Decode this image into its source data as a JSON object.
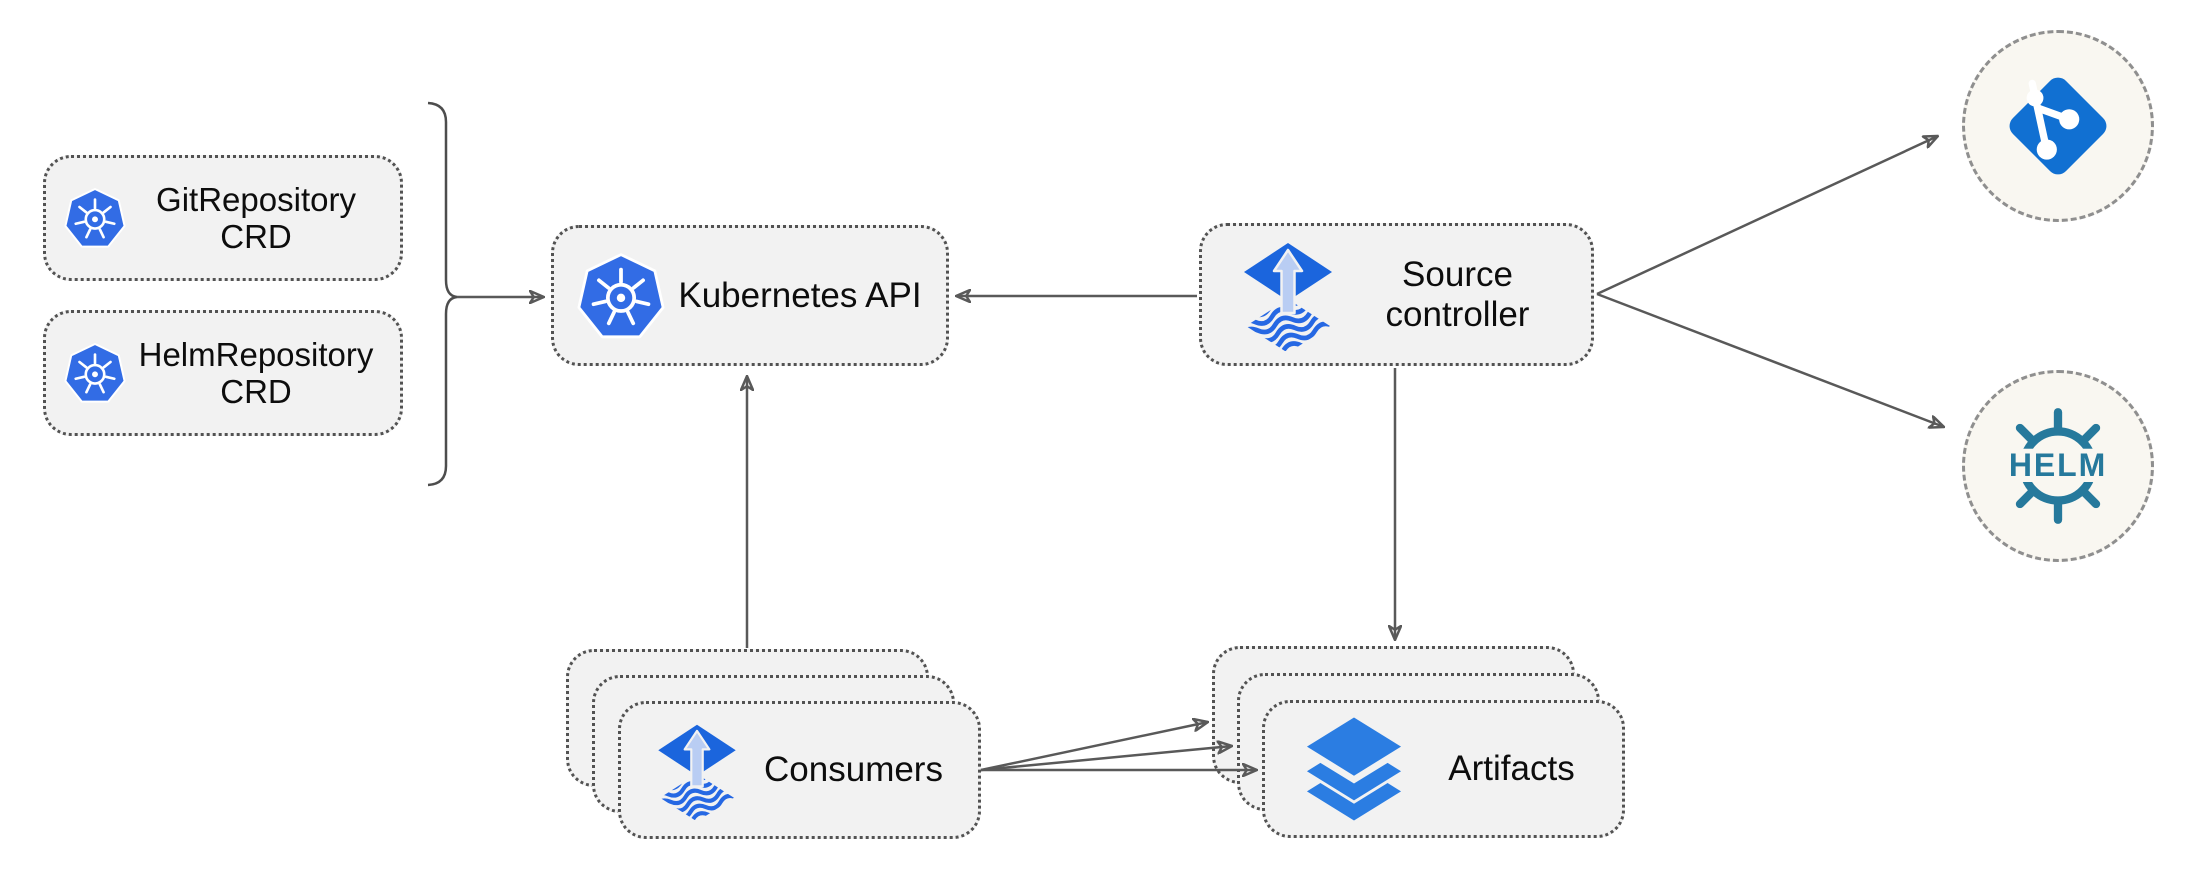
{
  "diagram": {
    "title_hint": "Flux source-controller architecture diagram",
    "background": "#FFFFFF",
    "nodes": {
      "git_repo_crd": {
        "line1": "GitRepository",
        "line2": "CRD",
        "icon": "kubernetes-icon"
      },
      "helm_repo_crd": {
        "line1": "HelmRepository",
        "line2": "CRD",
        "icon": "kubernetes-icon"
      },
      "kubernetes_api": {
        "label": "Kubernetes API",
        "icon": "kubernetes-icon"
      },
      "source_controller": {
        "line1": "Source",
        "line2": "controller",
        "icon": "flux-icon"
      },
      "consumers": {
        "label": "Consumers",
        "stack_count": 3,
        "icon": "flux-icon"
      },
      "artifacts": {
        "label": "Artifacts",
        "stack_count": 3,
        "icon": "layers-icon"
      },
      "git_endpoint": {
        "icon": "git-icon"
      },
      "helm_endpoint": {
        "icon": "helm-icon",
        "label": "HELM"
      }
    },
    "edges": [
      {
        "from": "git_repo_crd & helm_repo_crd (bracket group)",
        "to": "kubernetes_api",
        "arrows": 1
      },
      {
        "from": "consumers",
        "to": "kubernetes_api",
        "arrows": 1
      },
      {
        "from": "source_controller",
        "to": "kubernetes_api",
        "arrows": 1
      },
      {
        "from": "source_controller",
        "to": "artifacts",
        "arrows": 1
      },
      {
        "from": "source_controller",
        "to": "git_endpoint",
        "arrows": 1
      },
      {
        "from": "source_controller",
        "to": "helm_endpoint",
        "arrows": 1
      },
      {
        "from": "consumers",
        "to": "artifacts",
        "arrows": 3
      }
    ],
    "colors": {
      "kubernetes_blue": "#326CE5",
      "flux_blue": "#1B65DD",
      "flux_arrow_light": "#B9CDF3",
      "git_blue": "#1170D2",
      "helm_teal": "#26799C",
      "layers_blue": "#2B7DE2",
      "node_bg": "#F2F2F2",
      "node_border": "#525252",
      "circle_bg": "#F9F7F1",
      "circle_border": "#8F8F8F",
      "edge": "#595959",
      "text": "#0D0D0D"
    }
  }
}
